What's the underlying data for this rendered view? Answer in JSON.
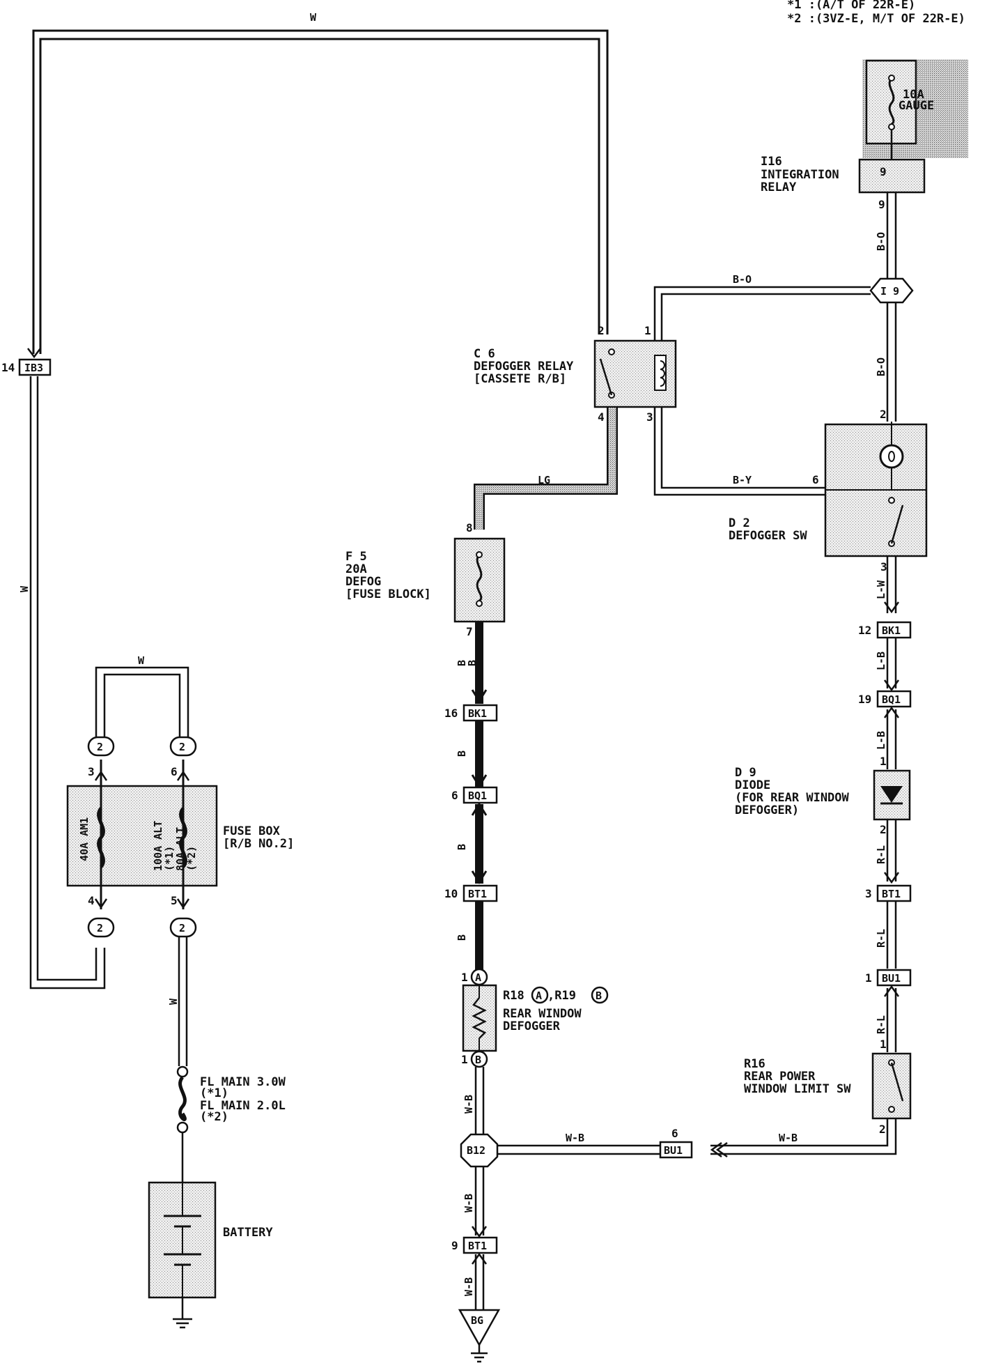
{
  "notes": {
    "line1": "*1 :(A/T OF 22R-E)",
    "line2": "*2 :(3VZ-E, M/T OF 22R-E)"
  },
  "components": {
    "gauge_fuse": {
      "label": "10A\nGAUGE"
    },
    "integration_relay": {
      "ref": "I16",
      "name": "INTEGRATION\nRELAY",
      "pin": "9"
    },
    "defogger_relay": {
      "ref": "C 6",
      "name": "DEFOGGER RELAY\n[CASSETE R/B]",
      "pins": [
        "1",
        "2",
        "3",
        "4"
      ]
    },
    "defogger_sw": {
      "ref": "D 2",
      "name": "DEFOGGER SW",
      "pins": [
        "2",
        "6",
        "3"
      ]
    },
    "defog_fuse": {
      "ref": "F 5",
      "name": "20A\nDEFOG\n[FUSE BLOCK]",
      "pins": [
        "8",
        "7"
      ]
    },
    "fuse_box": {
      "name": "FUSE BOX\n[R/B NO.2]",
      "fuse_left": "40A AM1",
      "fuse_right": "100A ALT\n(*1)\n80A ALT\n(*2)",
      "pins": [
        "3",
        "6",
        "4",
        "5"
      ]
    },
    "fl_main": {
      "name": "FL MAIN 3.0W\n(*1)\nFL MAIN 2.0L\n(*2)"
    },
    "battery": {
      "name": "BATTERY"
    },
    "diode": {
      "ref": "D 9",
      "name": "DIODE\n(FOR REAR WINDOW\n DEFOGGER)",
      "pins": [
        "1",
        "2"
      ]
    },
    "rear_defogger": {
      "ref": "R18",
      "ref_a": "A",
      "ref_sep": ",R19",
      "ref_b": "B",
      "name": "REAR WINDOW\nDEFOGGER",
      "pins": [
        "1",
        "1"
      ]
    },
    "limit_sw": {
      "ref": "R16",
      "name": "REAR POWER\nWINDOW LIMIT SW",
      "pins": [
        "1",
        "2"
      ]
    }
  },
  "connectors": {
    "ib3": {
      "id": "IB3",
      "pin": "14"
    },
    "bk1_left": {
      "id": "BK1",
      "pin": "16"
    },
    "bq1_left": {
      "id": "BQ1",
      "pin": "6"
    },
    "bt1_left": {
      "id": "BT1",
      "pin": "10"
    },
    "bt1_bottom": {
      "id": "BT1",
      "pin": "9"
    },
    "bk1_right": {
      "id": "BK1",
      "pin": "12"
    },
    "bq1_right": {
      "id": "BQ1",
      "pin": "19"
    },
    "bt1_right": {
      "id": "BT1",
      "pin": "3"
    },
    "bu1_right": {
      "id": "BU1",
      "pin": "1"
    },
    "bu1_mid": {
      "id": "BU1",
      "pin": "6"
    },
    "i9": {
      "id": "I 9"
    },
    "b12": {
      "id": "B12"
    },
    "bg": {
      "id": "BG"
    },
    "circle_a": {
      "id": "A",
      "pin": "1"
    },
    "circle_b": {
      "id": "B",
      "pin": "1"
    },
    "fb2": {
      "id": "2"
    }
  },
  "wire_colors": {
    "w": "W",
    "bo": "B-O",
    "by": "B-Y",
    "lg": "LG",
    "b": "B",
    "lw": "L-W",
    "lb": "L-B",
    "rl": "R-L",
    "wb": "W-B"
  },
  "colors": {
    "ink": "#111111",
    "paper": "#ffffff",
    "fill": "#dcdcdc"
  }
}
